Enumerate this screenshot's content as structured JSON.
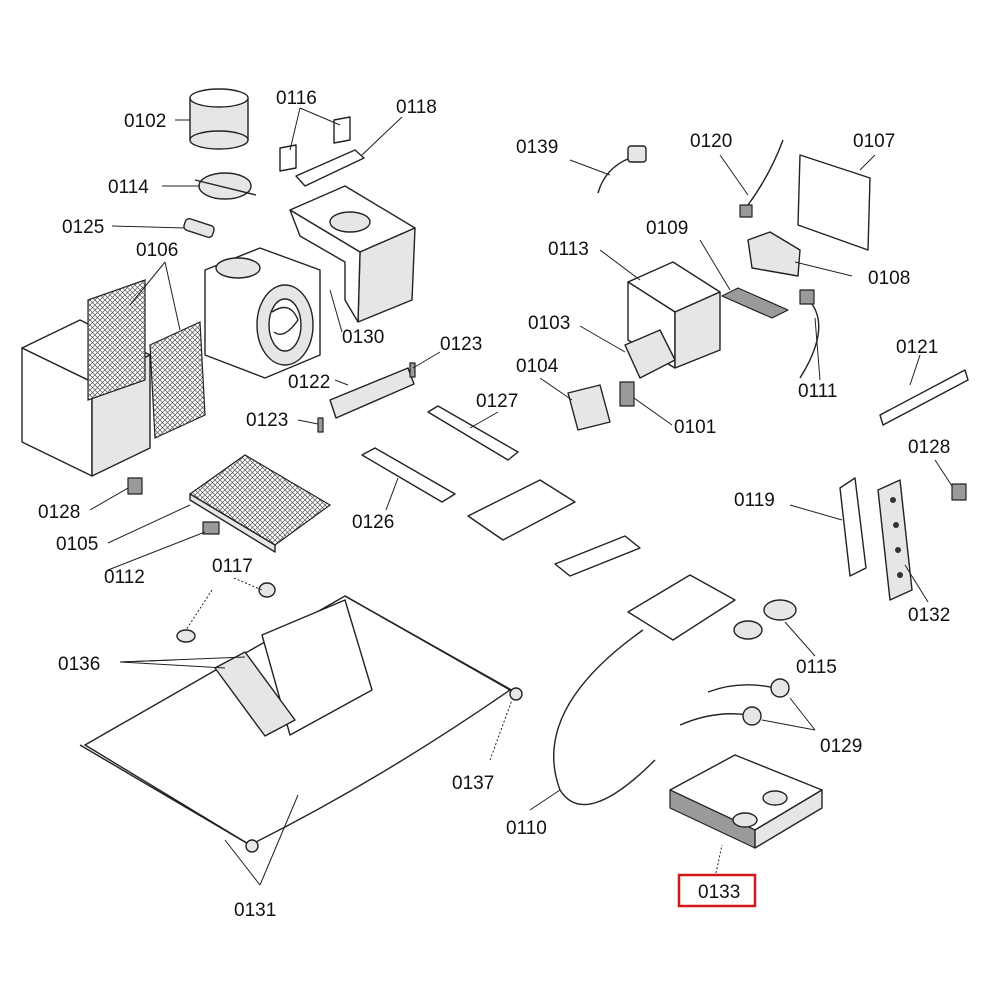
{
  "diagram": {
    "highlight_color": "#d01818",
    "highlighted_part": "0133",
    "labels": {
      "p0102": "0102",
      "p0116": "0116",
      "p0118": "0118",
      "p0114": "0114",
      "p0125": "0125",
      "p0106": "0106",
      "p0130": "0130",
      "p0123a": "0123",
      "p0122": "0122",
      "p0123b": "0123",
      "p0127": "0127",
      "p0128a": "0128",
      "p0105": "0105",
      "p0112": "0112",
      "p0126": "0126",
      "p0117": "0117",
      "p0136": "0136",
      "p0137": "0137",
      "p0131": "0131",
      "p0139": "0139",
      "p0120": "0120",
      "p0107": "0107",
      "p0113": "0113",
      "p0109": "0109",
      "p0108": "0108",
      "p0103": "0103",
      "p0111": "0111",
      "p0104": "0104",
      "p0101": "0101",
      "p0121": "0121",
      "p0128b": "0128",
      "p0119": "0119",
      "p0132": "0132",
      "p0115": "0115",
      "p0129": "0129",
      "p0110": "0110",
      "p0133": "0133"
    }
  }
}
